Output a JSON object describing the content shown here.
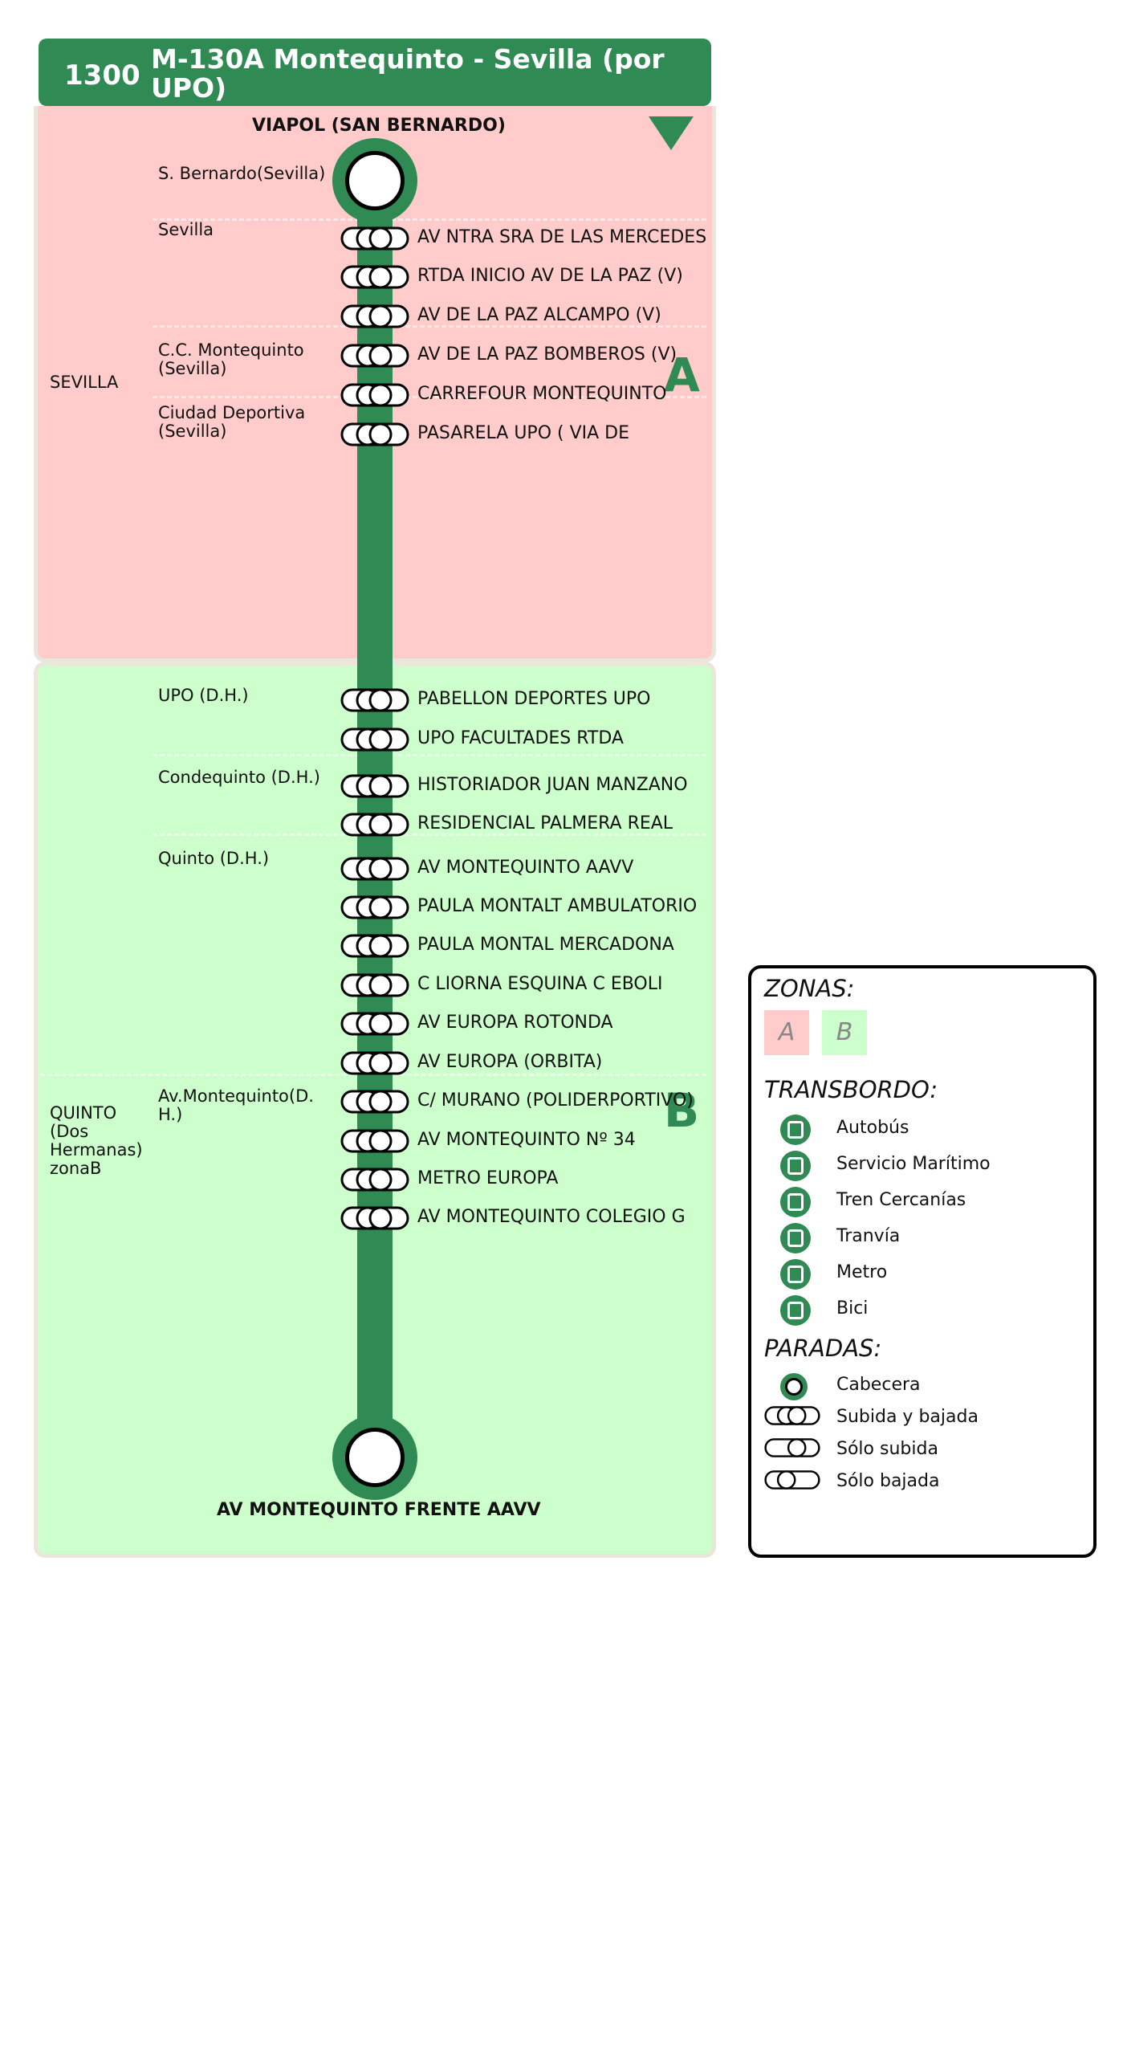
{
  "header": {
    "line_number": "1300",
    "title": "M-130A Montequinto - Sevilla (por UPO)"
  },
  "colors": {
    "brand_green": "#2f8a53",
    "zone_a": "#ffcccb",
    "zone_b": "#ccffcc"
  },
  "zones": {
    "a_letter": "A",
    "b_letter": "B"
  },
  "terminals": {
    "start": "VIAPOL (SAN BERNARDO)",
    "end": "AV MONTEQUINTO FRENTE AAVV"
  },
  "municipalities": [
    "SEVILLA",
    "QUINTO (Dos Hermanas) zonaB"
  ],
  "localities": [
    "S. Bernardo(Sevilla)",
    "Sevilla",
    "C.C. Montequinto (Sevilla)",
    "Ciudad Deportiva (Sevilla)",
    "UPO (D.H.)",
    "Condequinto (D.H.)",
    "Quinto (D.H.)",
    "Av.Montequinto(D. H.)"
  ],
  "stops": [
    "AV NTRA SRA DE LAS MERCEDES",
    "RTDA INICIO AV DE LA PAZ (V)",
    "AV DE LA PAZ ALCAMPO (V)",
    "AV DE LA PAZ BOMBEROS (V)",
    "CARREFOUR MONTEQUINTO",
    "PASARELA UPO ( VIA DE",
    "PABELLON DEPORTES UPO",
    "UPO FACULTADES RTDA",
    "HISTORIADOR JUAN MANZANO",
    "RESIDENCIAL PALMERA REAL",
    "AV MONTEQUINTO AAVV",
    "PAULA MONTALT AMBULATORIO",
    "PAULA MONTAL MERCADONA",
    "C LIORNA ESQUINA C EBOLI",
    "AV EUROPA ROTONDA",
    "AV EUROPA (ORBITA)",
    "C/ MURANO (POLIDERPORTIVO)",
    "AV MONTEQUINTO Nº 34",
    "METRO EUROPA",
    "AV MONTEQUINTO COLEGIO G"
  ],
  "legend": {
    "zonas_title": "ZONAS:",
    "zone_a": "A",
    "zone_b": "B",
    "transbordo_title": "TRANSBORDO:",
    "transbordo": [
      "Autobús",
      "Servicio Marítimo",
      "Tren Cercanías",
      "Tranvía",
      "Metro",
      "Bici"
    ],
    "transbordo_icons": [
      "bus-icon",
      "ship-icon",
      "train-icon",
      "tram-icon",
      "metro-icon",
      "bike-icon"
    ],
    "paradas_title": "PARADAS:",
    "paradas": [
      "Cabecera",
      "Subida y bajada",
      "Sólo subida",
      "Sólo bajada"
    ]
  }
}
